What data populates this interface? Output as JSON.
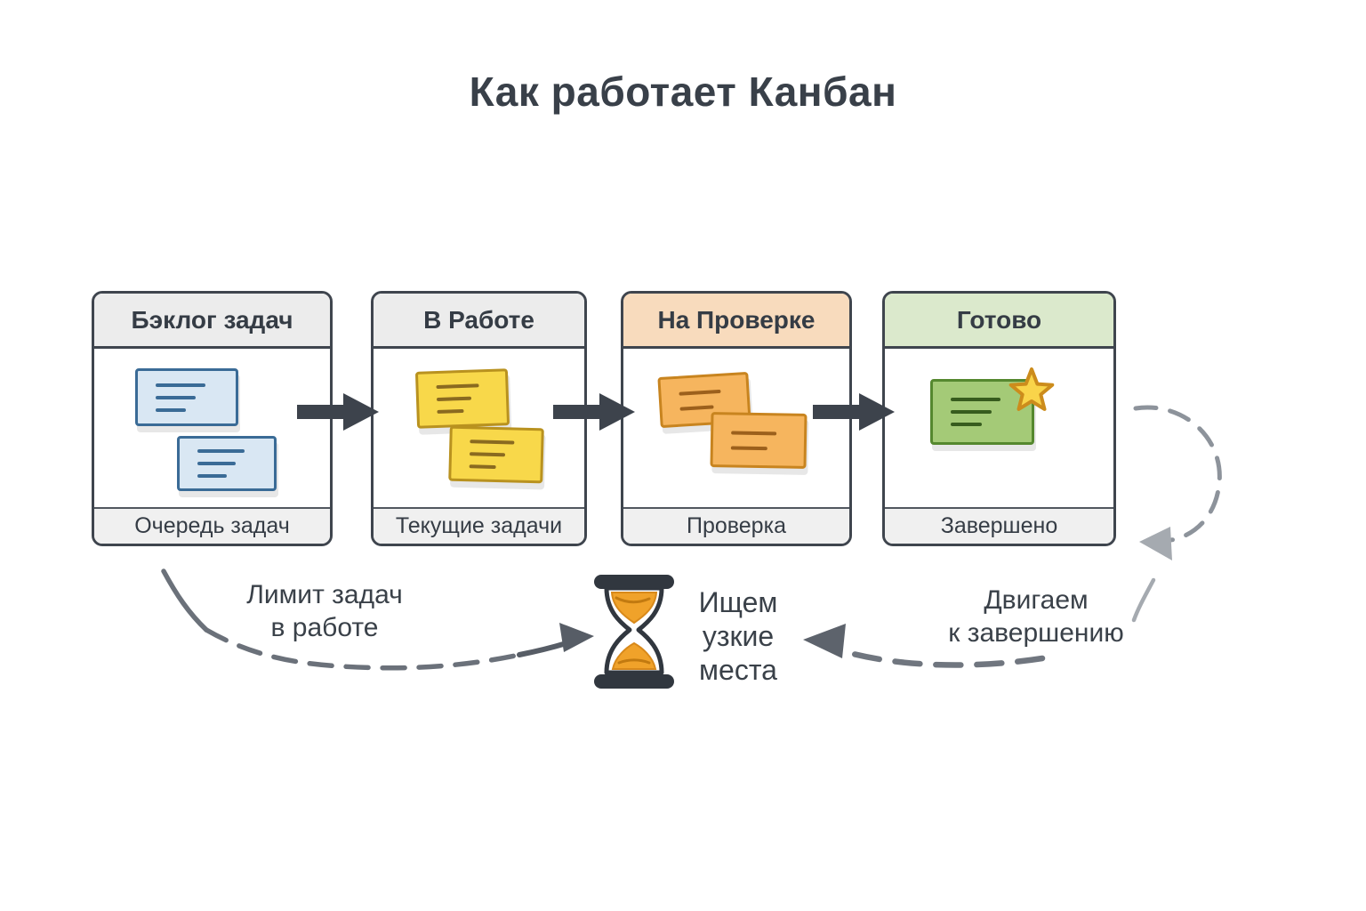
{
  "title": "Как работает Канбан",
  "board": {
    "columns": [
      {
        "header": "Бэклог задач",
        "footer": "Очередь задач",
        "header_bg": "#ececec",
        "note_fill": "#d9e7f3",
        "note_border": "#3a6b96",
        "notes_count": 2
      },
      {
        "header": "В Работе",
        "footer": "Текущие задачи",
        "header_bg": "#ececec",
        "note_fill": "#f8d84a",
        "note_border": "#b9921f",
        "notes_count": 2
      },
      {
        "header": "На Проверке",
        "footer": "Проверка",
        "header_bg": "#f8dbbd",
        "note_fill": "#f6b55e",
        "note_border": "#c8841f",
        "notes_count": 2
      },
      {
        "header": "Готово",
        "footer": "Завершено",
        "header_bg": "#dbe9cc",
        "note_fill": "#a4ca77",
        "note_border": "#55882f",
        "notes_count": 1,
        "has_star": true
      }
    ]
  },
  "annotations": {
    "wip_limit": {
      "line1": "Лимит задач",
      "line2": "в работе"
    },
    "bottleneck": {
      "line1": "Ищем",
      "line2": "узкие",
      "line3": "места"
    },
    "move_to_done": {
      "line1": "Двигаем",
      "line2": "к завершению"
    }
  },
  "icons": {
    "hourglass": "hourglass-icon",
    "star": "star-icon",
    "flow_arrow": "arrow-right-icon"
  },
  "colors": {
    "title_text": "#394049",
    "column_border": "#3f454e",
    "flow_arrow": "#3d434c",
    "dashed_curve": "#6b717a",
    "loop_curve": "#8d939b",
    "hourglass_frame": "#31373f",
    "sand": "#f0a22a",
    "star_fill": "#f9d44a",
    "star_border": "#cc8c1c"
  }
}
